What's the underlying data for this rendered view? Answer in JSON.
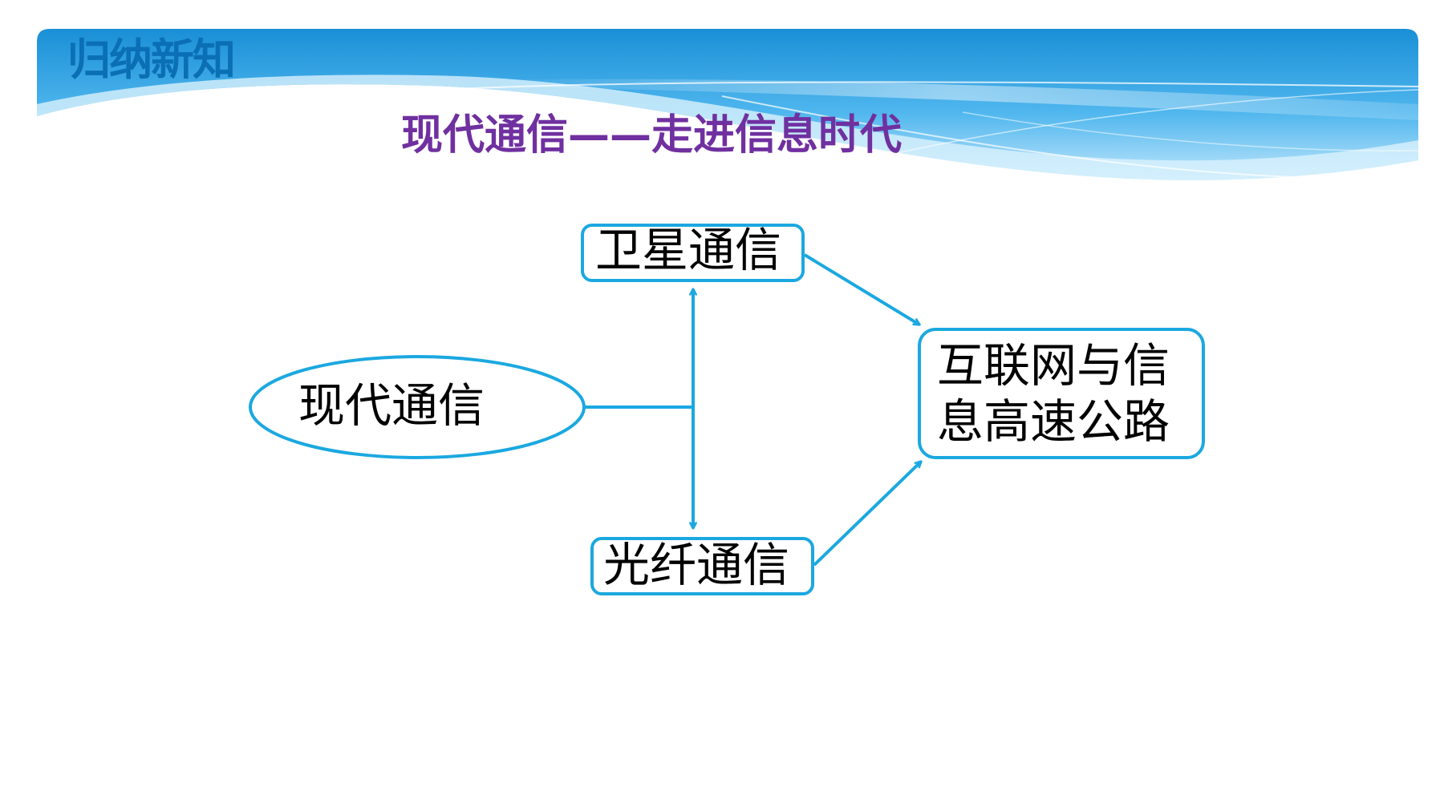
{
  "header": {
    "section_title": "归纳新知",
    "main_title": "现代通信——走进信息时代"
  },
  "diagram": {
    "nodes": {
      "modern": "现代通信",
      "satellite": "卫星通信",
      "fiber": "光纤通信",
      "internet_line1": "互联网与信",
      "internet_line2": "息高速公路"
    },
    "colors": {
      "accent": "#1ba8e0",
      "title": "#7030a0",
      "section_title": "#0b6fb5",
      "banner_top": "#1a8fd6",
      "banner_light": "#bfe6fb"
    }
  }
}
